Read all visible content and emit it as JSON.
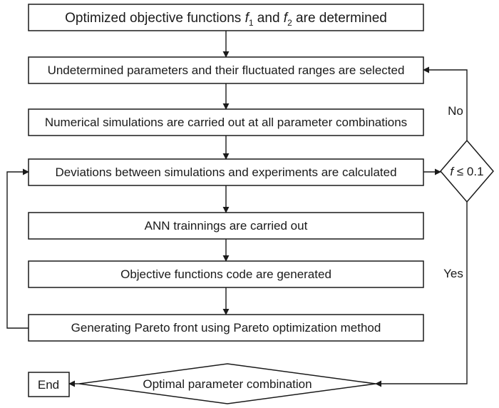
{
  "nodes": {
    "step1": {
      "prefix": "Optimized objective functions ",
      "var1": "f",
      "sub1": "1",
      "mid": " and ",
      "var2": "f",
      "sub2": "2",
      "suffix": " are determined"
    },
    "step2": "Undetermined parameters and their fluctuated ranges are selected",
    "step3": "Numerical simulations are carried out at all parameter combinations",
    "step4": "Deviations between simulations and experiments are calculated",
    "step5": "ANN trainnings are carried out",
    "step6": "Objective functions code are generated",
    "step7": "Generating Pareto front using Pareto optimization method",
    "decision": {
      "var": "f",
      "rest": " ≤ 0.1"
    },
    "optimal": "Optimal parameter combination",
    "end": "End"
  },
  "edges": {
    "no": "No",
    "yes": "Yes"
  }
}
